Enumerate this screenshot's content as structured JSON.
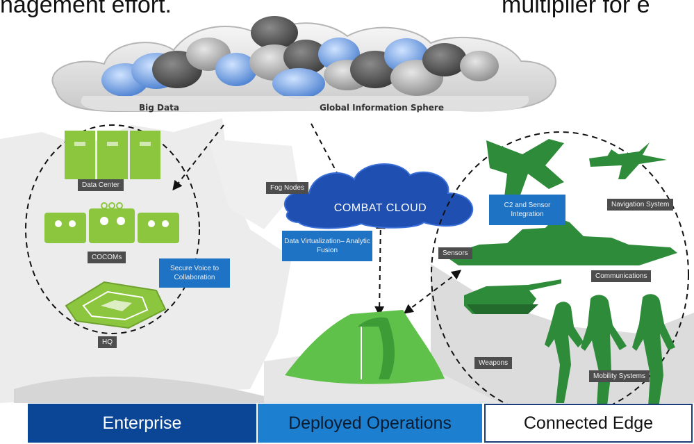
{
  "top_text": {
    "left": "nagement effort.",
    "right": "multiplier for e"
  },
  "cloud": {
    "big_data": "Big Data",
    "global_sphere": "Global Information Sphere"
  },
  "enterprise": {
    "data_center": "Data Center",
    "cocoms": "COCOMs",
    "hq": "HQ",
    "secure_voice": "Secure Voice to Collaboration"
  },
  "deployed": {
    "fog_nodes": "Fog Nodes",
    "combat_cloud": "COMBAT CLOUD",
    "data_virtualization": "Data Virtualization– Analytic Fusion"
  },
  "edge": {
    "c2_sensor": "C2 and Sensor Integration",
    "navigation": "Navigation System",
    "sensors": "Sensors",
    "communications": "Communications",
    "weapons": "Weapons",
    "mobility": "Mobility Systems"
  },
  "tabs": {
    "enterprise": "Enterprise",
    "deployed": "Deployed Operations",
    "edge": "Connected Edge"
  },
  "colors": {
    "green": "#8cc63f",
    "dark_green": "#2e8b3a",
    "combat_cloud_blue": "#1f4fb0",
    "label_blue": "#1f73c4",
    "enterprise_tab": "#0b4596",
    "deployed_tab": "#1d7fd0"
  }
}
